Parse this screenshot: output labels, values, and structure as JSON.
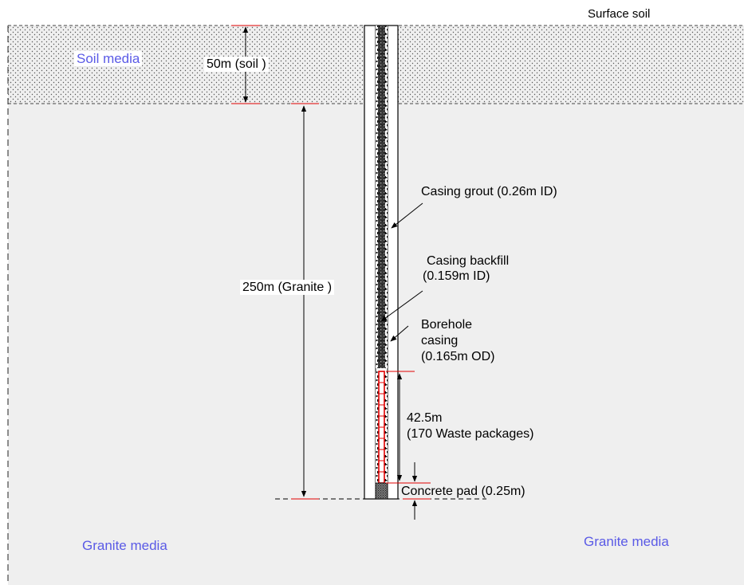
{
  "labels": {
    "surface_soil": "Surface soil",
    "soil_media": "Soil media",
    "soil_thickness": "50m (soil )",
    "granite_thickness": "250m (Granite )",
    "casing_grout": "Casing grout (0.26m ID)",
    "casing_backfill_line1": "Casing backfill",
    "casing_backfill_line2": "(0.159m ID)",
    "borehole_line1": "Borehole",
    "borehole_line2": "casing",
    "borehole_line3": "(0.165m OD)",
    "waste_line1": "42.5m",
    "waste_line2": "(170 Waste packages)",
    "concrete_pad": "Concrete pad (0.25m)",
    "granite_media_left": "Granite media",
    "granite_media_right": "Granite media"
  },
  "colors": {
    "soil_fill": "#efefef",
    "granite_fill": "#efefef",
    "media_label": "#5a5ae6",
    "tick_red": "#e00000",
    "waste_red": "#e00000"
  }
}
